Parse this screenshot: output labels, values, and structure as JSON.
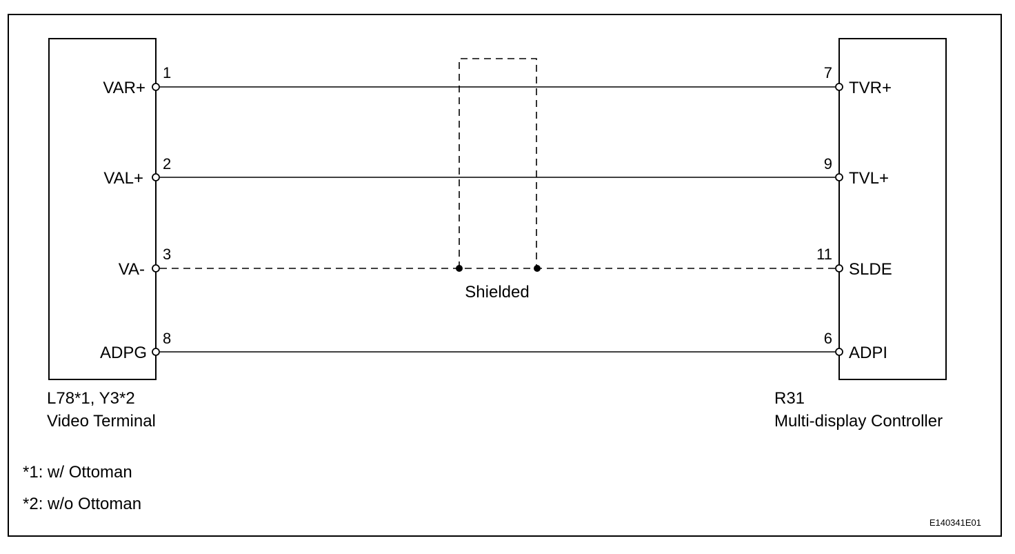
{
  "left_connector": {
    "code": "L78*1, Y3*2",
    "name": "Video Terminal",
    "pins": [
      {
        "label": "VAR+",
        "number": "1"
      },
      {
        "label": "VAL+",
        "number": "2"
      },
      {
        "label": "VA-",
        "number": "3"
      },
      {
        "label": "ADPG",
        "number": "8"
      }
    ]
  },
  "right_connector": {
    "code": "R31",
    "name": "Multi-display Controller",
    "pins": [
      {
        "label": "TVR+",
        "number": "7"
      },
      {
        "label": "TVL+",
        "number": "9"
      },
      {
        "label": "SLDE",
        "number": "11"
      },
      {
        "label": "ADPI",
        "number": "6"
      }
    ]
  },
  "shield_label": "Shielded",
  "notes": [
    "*1: w/ Ottoman",
    "*2: w/o Ottoman"
  ],
  "figure_id": "E140341E01"
}
